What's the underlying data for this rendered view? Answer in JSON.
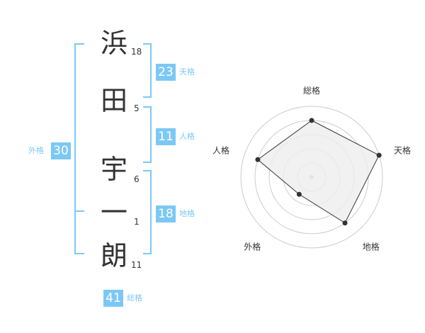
{
  "name": {
    "chars": [
      {
        "char": "浜",
        "strokes": "18"
      },
      {
        "char": "田",
        "strokes": "5"
      },
      {
        "char": "宇",
        "strokes": "6"
      },
      {
        "char": "一",
        "strokes": "1"
      },
      {
        "char": "朗",
        "strokes": "11"
      }
    ]
  },
  "fortune": {
    "tenkaku": {
      "value": "23",
      "label": "天格"
    },
    "jinkaku": {
      "value": "11",
      "label": "人格"
    },
    "chikaku": {
      "value": "18",
      "label": "地格"
    },
    "gaikaku": {
      "value": "30",
      "label": "外格"
    },
    "soukaku": {
      "value": "41",
      "label": "総格"
    }
  },
  "chart_data": {
    "type": "radar",
    "axes": [
      "総格",
      "天格",
      "地格",
      "外格",
      "人格"
    ],
    "values": [
      4,
      5,
      4,
      1.5,
      4
    ],
    "rmax": 5,
    "grid": true,
    "colors": {
      "fill": "#eeeeee",
      "line": "#333333",
      "grid": "#cccccc",
      "point": "#333333"
    }
  },
  "colors": {
    "accent": "#7cc8f5",
    "text": "#333333"
  }
}
